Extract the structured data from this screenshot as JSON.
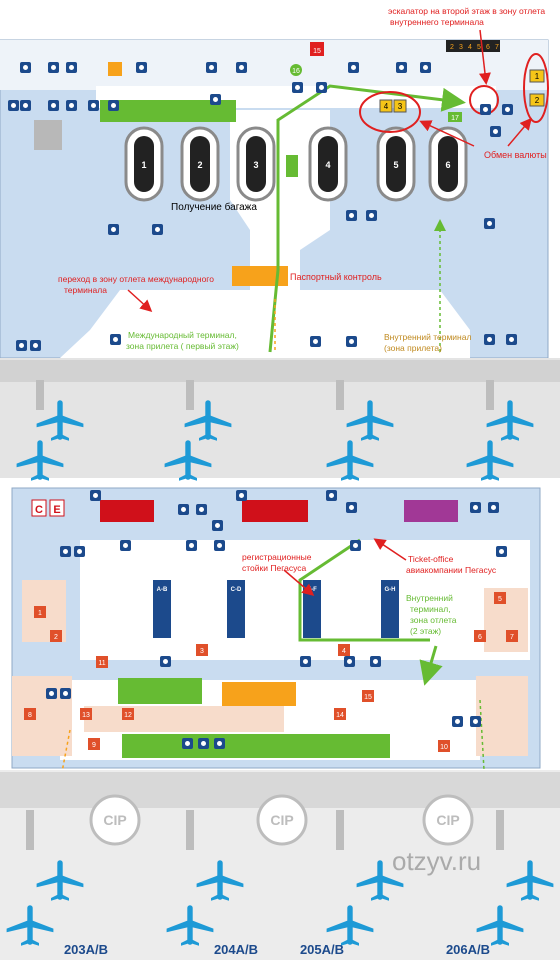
{
  "top_map": {
    "carousels": [
      "1",
      "2",
      "3",
      "4",
      "5",
      "6"
    ],
    "baggage_label": "Получение багажа",
    "passport_label": "Паспортный контроль",
    "escalator_note": [
      "эскалатор на второй этаж в зону отлета",
      "внутреннего терминала"
    ],
    "exchange_label": "Обмен валюты",
    "transfer_note": [
      "переход в зону отлета международного",
      "терминала"
    ],
    "intl_arrivals": [
      "Международный терминал,",
      "зона прилета ( первый этаж)"
    ],
    "dom_arrivals": [
      "Внутренний терминал",
      "(зона прилета)"
    ],
    "exchange_numbers": [
      "4",
      "3"
    ],
    "exchange_side_numbers": [
      "1",
      "2"
    ],
    "numbered_strip": [
      "2",
      "3",
      "4",
      "5",
      "6",
      "7"
    ],
    "room_numbers": [
      "15",
      "16",
      "17"
    ]
  },
  "bottom_map": {
    "counters": [
      "A-B",
      "C-D",
      "E-F",
      "G-H"
    ],
    "checkin_note": [
      "регистрационные",
      "стойки Пегасуса"
    ],
    "ticket_note": [
      "Ticket-office",
      "авиакомпании Пегасус"
    ],
    "domestic_note": [
      "Внутренний",
      "терминал,",
      "зона отлета",
      "(2 этаж)"
    ],
    "cip_label": "CIP",
    "gates": [
      "203A/B",
      "204A/B",
      "205A/B",
      "206A/B"
    ],
    "watermark": "otzyv.ru",
    "letters": [
      "C",
      "E"
    ],
    "room_numbers": [
      "1",
      "2",
      "3",
      "4",
      "5",
      "6",
      "7",
      "8",
      "9",
      "10",
      "11",
      "12",
      "13",
      "14",
      "15"
    ]
  },
  "colors": {
    "floor": "#c9dcf0",
    "corridor": "#ffffff",
    "icon": "#1c4a8c",
    "green": "#66bb33",
    "red_line": "#e02020",
    "orange": "#f7a21b",
    "room": "#f7dccb",
    "yellow": "#f5c518"
  }
}
